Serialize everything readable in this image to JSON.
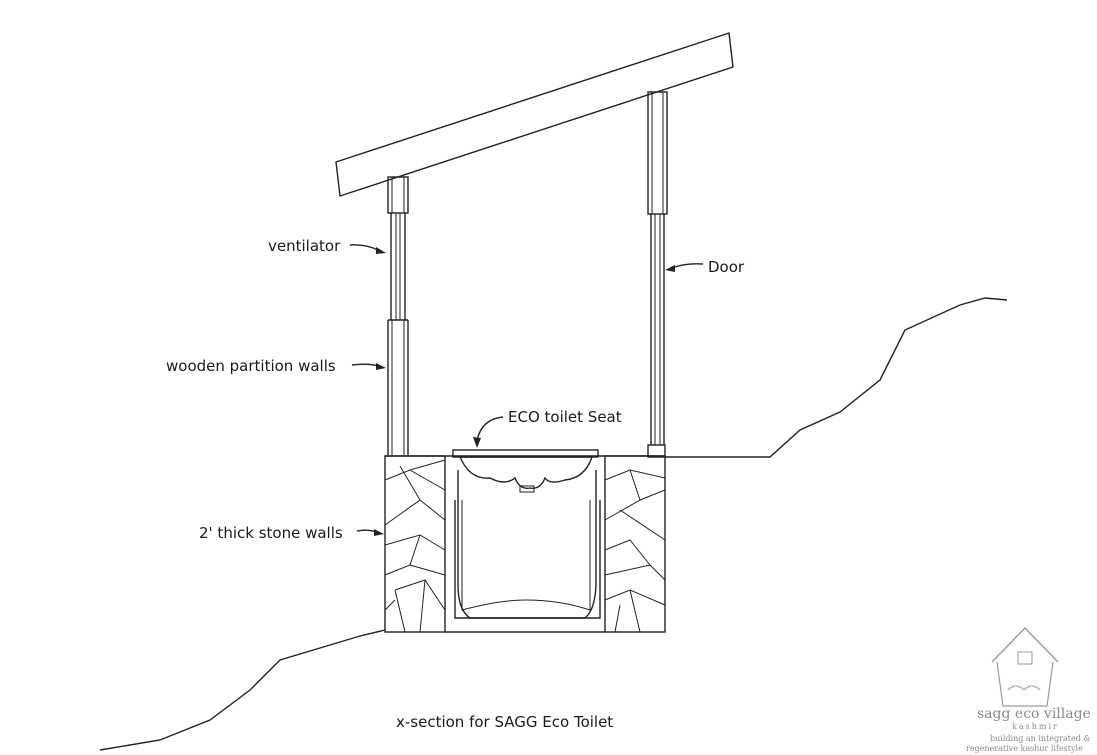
{
  "labels": {
    "ventilator": "ventilator",
    "door": "Door",
    "partition": "wooden partition walls",
    "seat": "ECO toilet Seat",
    "stone": "2' thick stone walls"
  },
  "caption": "x-section for SAGG Eco Toilet",
  "logo": {
    "name": "sagg eco village",
    "place": "kashmir",
    "tagline_1": "building an integrated &",
    "tagline_2": "regenerative kashur lifestyle"
  }
}
